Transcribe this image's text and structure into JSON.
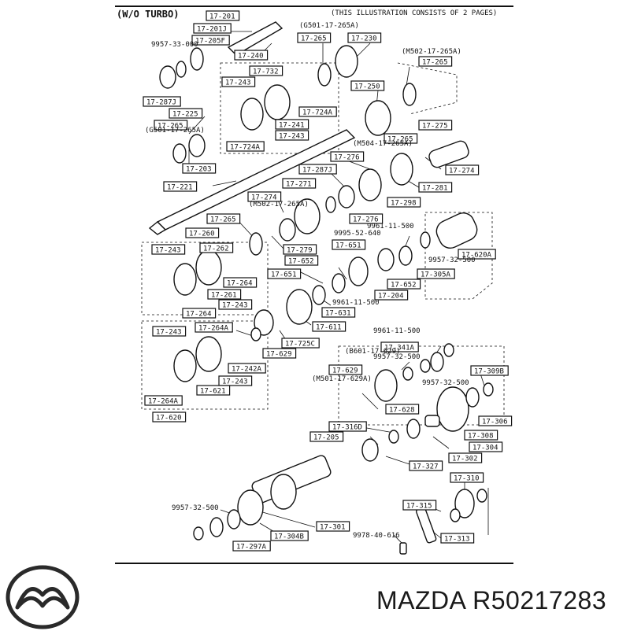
{
  "diagram": {
    "title": "(W/O TURBO)",
    "note": "(THIS ILLUSTRATION CONSISTS OF  2 PAGES)"
  },
  "boxed_labels": [
    "17-201",
    "17-201J",
    "17-205F",
    "17-240",
    "17-265",
    "17-230",
    "17-265",
    "17-732",
    "17-243",
    "17-724A",
    "17-287J",
    "17-250",
    "17-225",
    "17-241",
    "17-243",
    "17-265",
    "17-724A",
    "17-275",
    "17-265",
    "17-203",
    "17-274",
    "17-276",
    "17-287J",
    "17-221",
    "17-271",
    "17-281",
    "17-274",
    "17-298",
    "17-265",
    "17-276",
    "17-260",
    "17-243",
    "17-262",
    "17-279",
    "17-651",
    "17-652",
    "17-620A",
    "17-305A",
    "17-651",
    "17-264",
    "17-261",
    "17-652",
    "17-204",
    "17-243",
    "17-264",
    "17-631",
    "17-611",
    "17-725C",
    "17-243",
    "17-264A",
    "17-629",
    "17-341A",
    "17-242A",
    "17-629",
    "17-309B",
    "17-243",
    "17-621",
    "17-264A",
    "17-628",
    "17-306",
    "17-620",
    "17-316D",
    "17-308",
    "17-205",
    "17-304",
    "17-302",
    "17-327",
    "17-310",
    "17-315",
    "17-301",
    "17-304B",
    "17-313",
    "17-297A"
  ],
  "plain_labels": [
    "9957-33-000",
    "(G501-17-265A)",
    "(M502-17-265A)",
    "(G501-17-265A)",
    "(M504-17-265A)",
    "(M502-17-265A)",
    "9961-11-500",
    "9995-52-640",
    "9957-32-500",
    "9961-11-500",
    "9961-11-500",
    "(B601-17-629)",
    "9957-32-500",
    "(M501-17-629A)",
    "9957-32-500",
    "9957-32-500",
    "9978-40-616"
  ],
  "brand": {
    "name": "MAZDA R50217283",
    "logo_icon": "mazda-logo-icon"
  }
}
